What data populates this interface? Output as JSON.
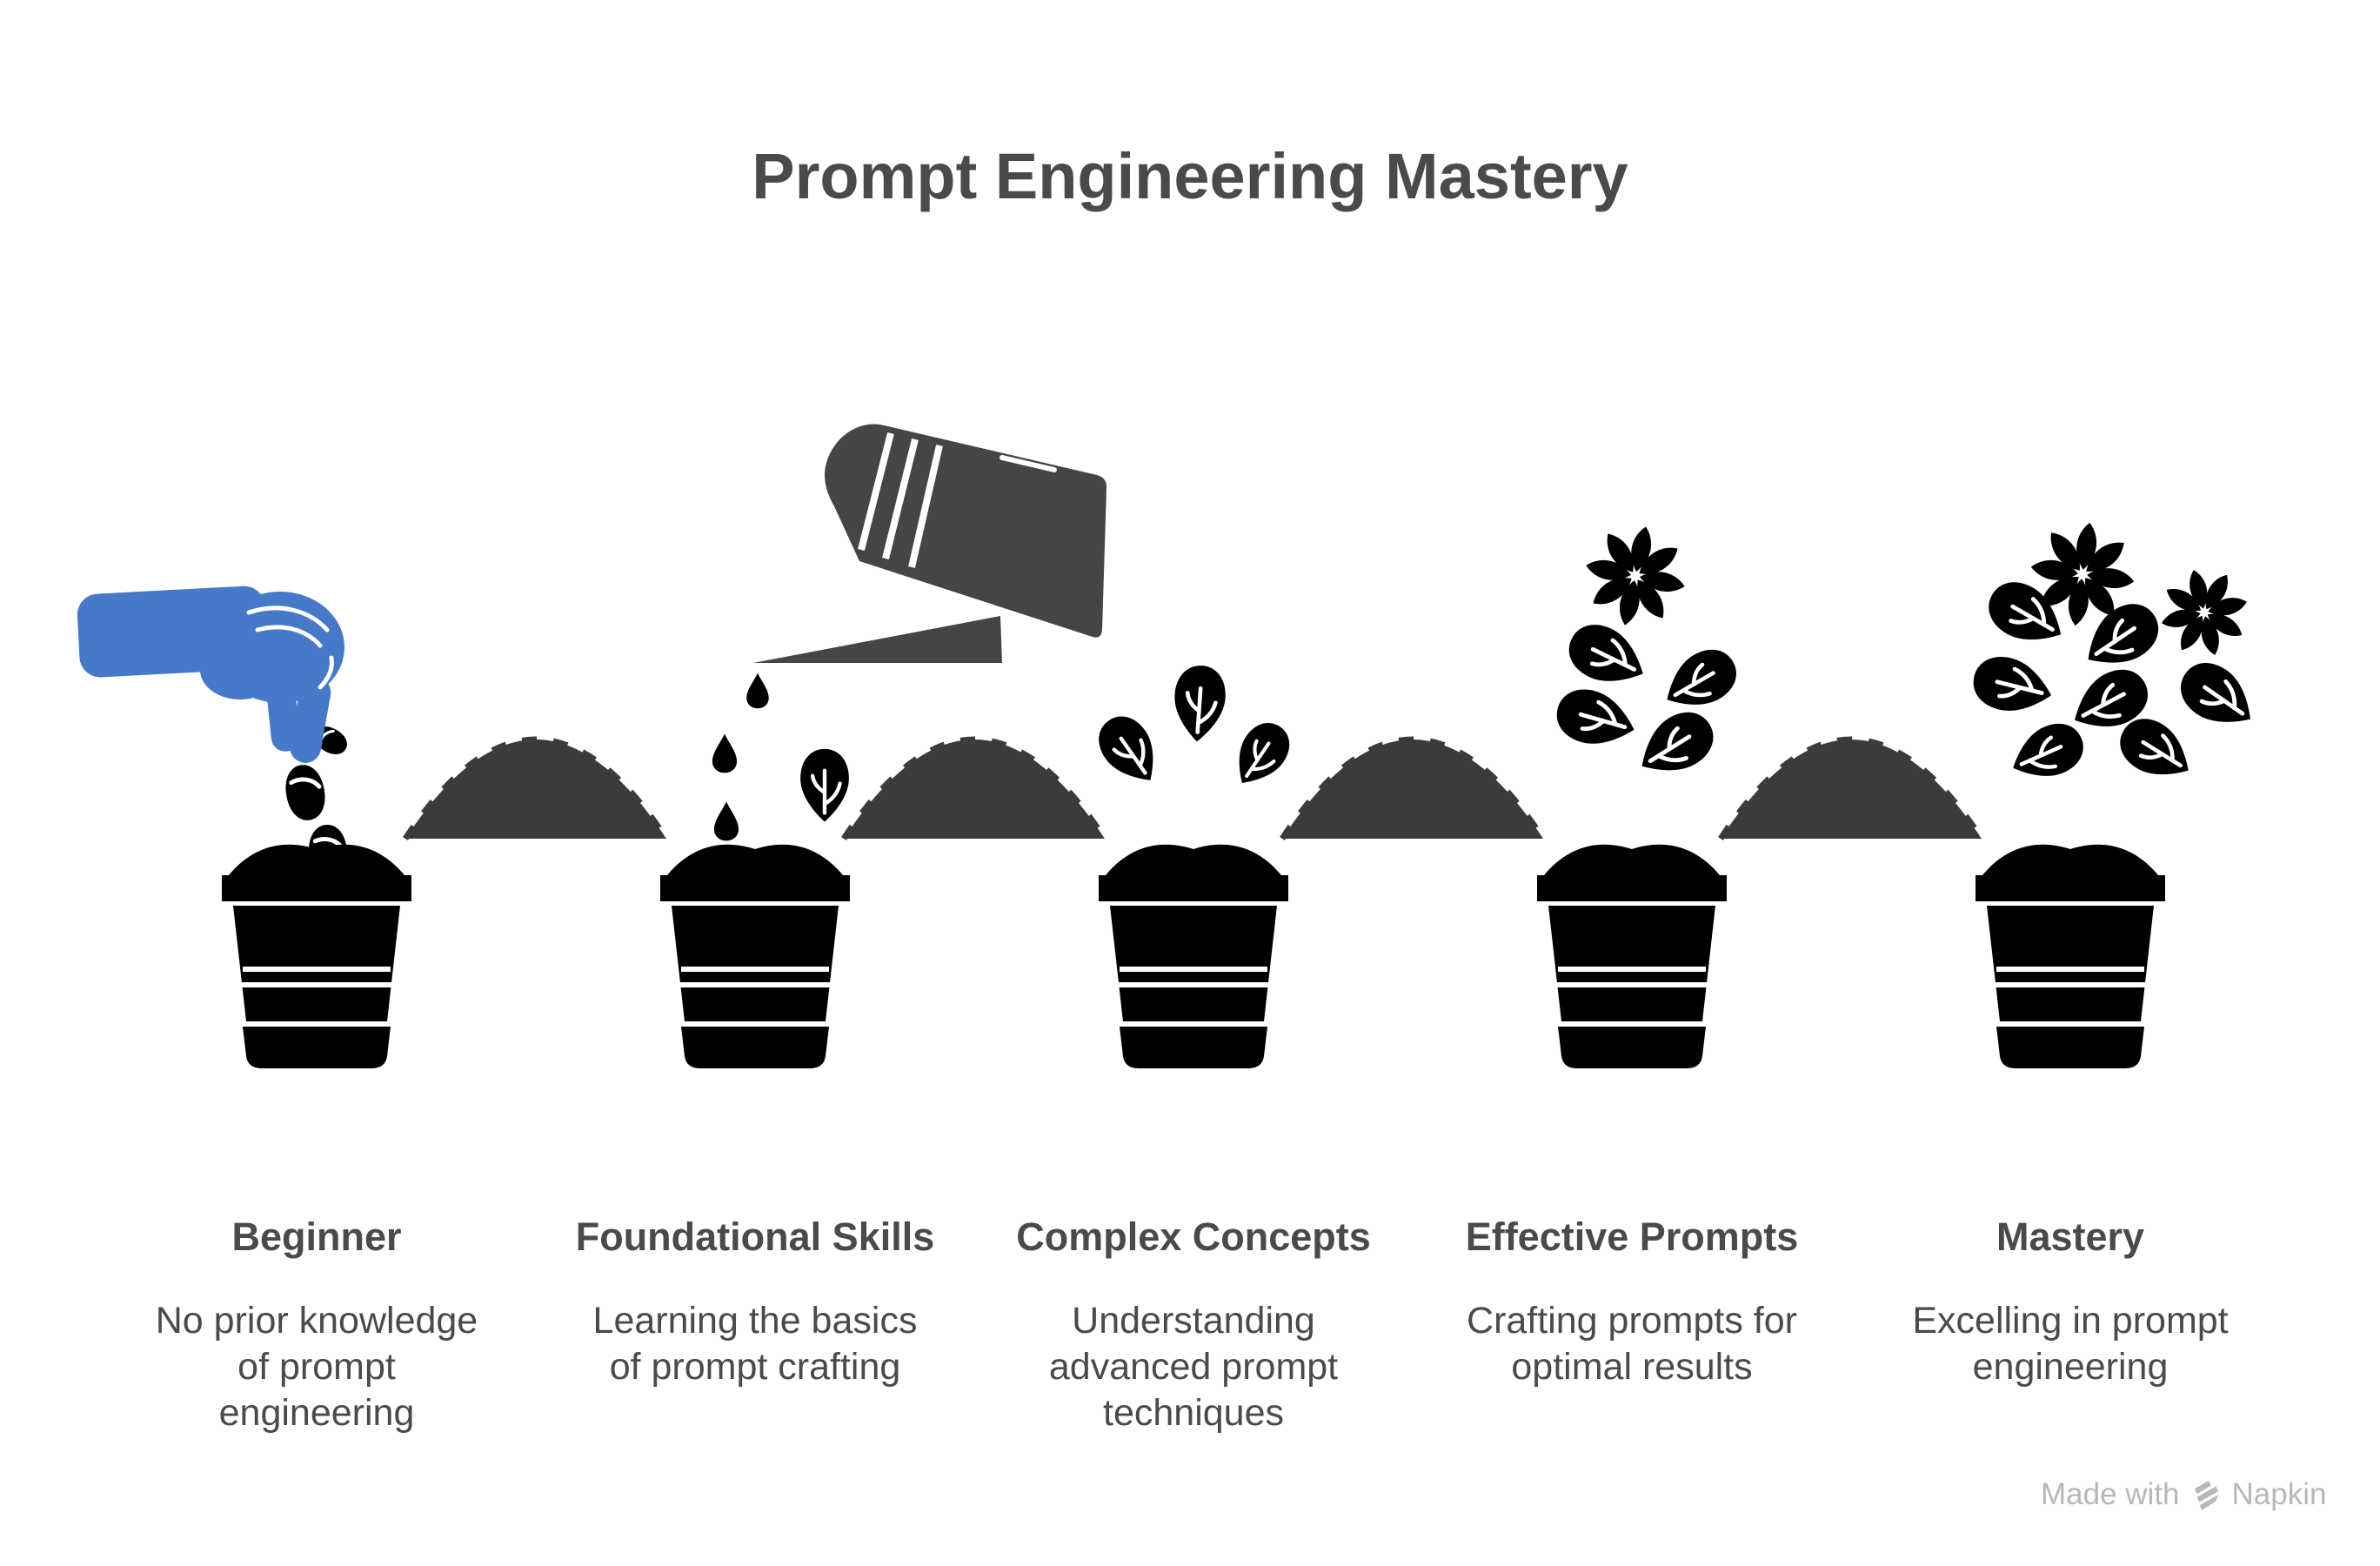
{
  "title": "Prompt Engineering Mastery",
  "stages": [
    {
      "label": "Beginner",
      "description": "No prior knowledge\nof prompt\nengineering",
      "icon": "hand-planting-seeds",
      "color": "#4679C8"
    },
    {
      "label": "Foundational Skills",
      "description": "Learning the basics\nof prompt crafting",
      "icon": "pouring-soil-bag",
      "color": "#4C83DE"
    },
    {
      "label": "Complex Concepts",
      "description": "Understanding\nadvanced prompt\ntechniques",
      "icon": "sprouting-leaves",
      "color": "#4E87EC"
    },
    {
      "label": "Effective Prompts",
      "description": "Crafting prompts for\noptimal results",
      "icon": "flower-with-leaves",
      "color": "#5E9BF6"
    },
    {
      "label": "Mastery",
      "description": "Excelling in prompt\nengineering",
      "icon": "full-bloom",
      "color": "#A4C4F9"
    }
  ],
  "colors": {
    "background": "#ffffff",
    "text": "#4a4a4a",
    "dark": "#454545",
    "arc": "#3b3b3b",
    "watermark": "#b5b8ba"
  },
  "watermark": {
    "prefix": "Made with",
    "brand": "Napkin"
  }
}
